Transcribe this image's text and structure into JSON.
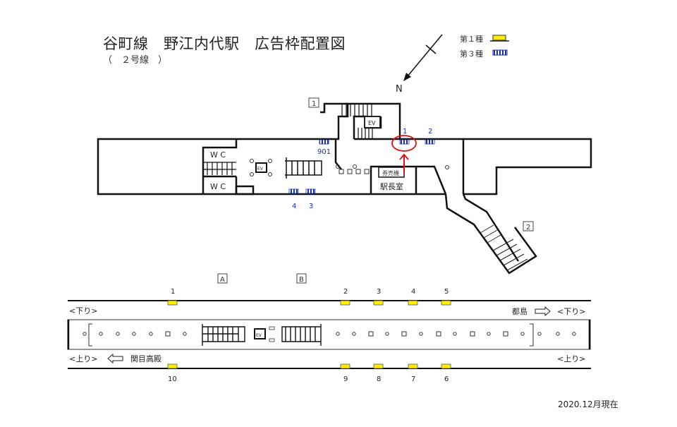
{
  "header": {
    "title": "谷町線　野江内代駅　広告枠配置図",
    "subtitle": "（　２号線　）"
  },
  "compass": {
    "label": "N"
  },
  "legend": {
    "items": [
      {
        "label": "第１種",
        "type": "type1",
        "color": "#ffee00"
      },
      {
        "label": "第３種",
        "type": "type3",
        "color": "#1a2ea8"
      }
    ]
  },
  "concourse": {
    "exits": [
      "1",
      "2"
    ],
    "rooms": {
      "wc_upper": "W C",
      "wc_lower": "W C",
      "ev_center": "EV",
      "ev_top": "EV",
      "ticket_machine": "券売機",
      "station_master": "駅長室"
    },
    "ads_type3": [
      {
        "id": "901"
      },
      {
        "id": "1",
        "highlighted": true
      },
      {
        "id": "2"
      },
      {
        "id": "3"
      },
      {
        "id": "4"
      }
    ],
    "ad_label_color": "#1a2ea8",
    "highlight_color": "#dd1111"
  },
  "platform": {
    "stairs": [
      "A",
      "B"
    ],
    "ev_label": "EV",
    "down_label_left": "<下り>",
    "down_label_right": "<下り>",
    "up_label_left": "<上り>",
    "up_label_right": "<上り>",
    "down_destination": "都島",
    "up_destination": "関目高殿",
    "ads_top": [
      "1",
      "2",
      "3",
      "4",
      "5"
    ],
    "ads_bottom": [
      "10",
      "9",
      "8",
      "7",
      "6"
    ]
  },
  "footer": {
    "date": "2020.12月現在"
  }
}
